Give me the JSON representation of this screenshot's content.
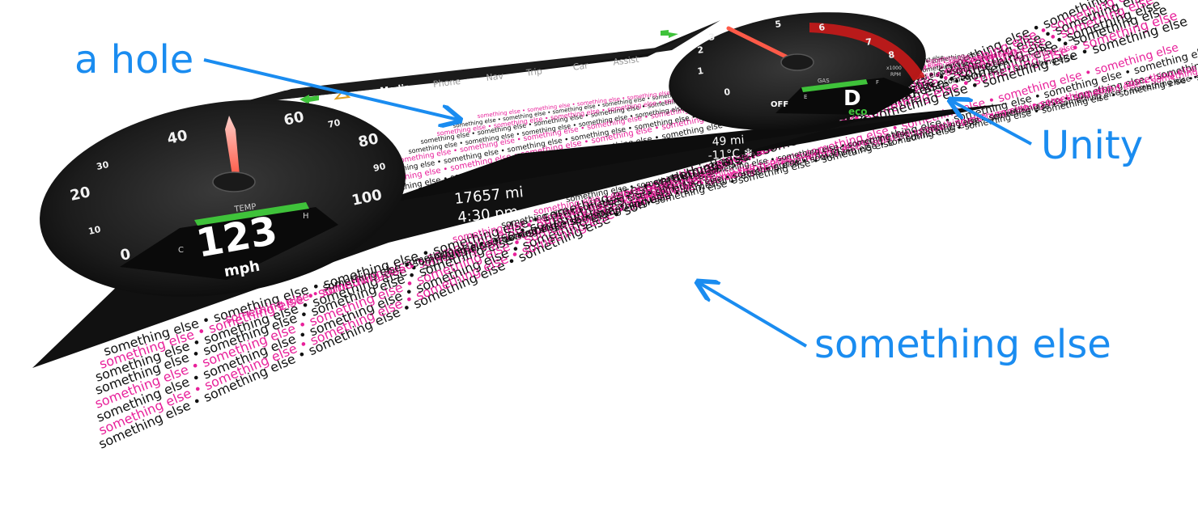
{
  "labels": {
    "hole": "a hole",
    "unity": "Unity",
    "something_else": "something else"
  },
  "pattern_text": "something else • something else • something else • something else • something else • something else • something else • something else • something else • something else",
  "tabs": [
    "Media",
    "Phone",
    "Nav",
    "Trip",
    "Car",
    "Assist"
  ],
  "speedometer": {
    "ticks": [
      "0",
      "10",
      "20",
      "30",
      "40",
      "60",
      "70",
      "80",
      "90",
      "100"
    ],
    "speed": "123",
    "unit": "mph",
    "temp_label": "TEMP",
    "temp_low": "C",
    "temp_high": "H"
  },
  "tachometer": {
    "ticks": [
      "0",
      "1",
      "2",
      "3",
      "5",
      "6",
      "7",
      "8"
    ],
    "off_label": "OFF",
    "gas_label": "GAS",
    "gas_empty": "E",
    "gas_full": "F",
    "gear": "D",
    "mode": "eco",
    "rpm_unit_1": "x1000",
    "rpm_unit_2": "RPM"
  },
  "center_info": {
    "odometer": "17657 mi",
    "clock": "4:30 pm",
    "range": "49 mi",
    "outside_temp": "-11°C ❄"
  },
  "colors": {
    "callout": "#1a8cf0",
    "pink": "#e8209a",
    "green": "#3fc23a",
    "needle": "#ff6a5a",
    "panel": "#0d0d0d",
    "redline": "#c91a1a"
  }
}
